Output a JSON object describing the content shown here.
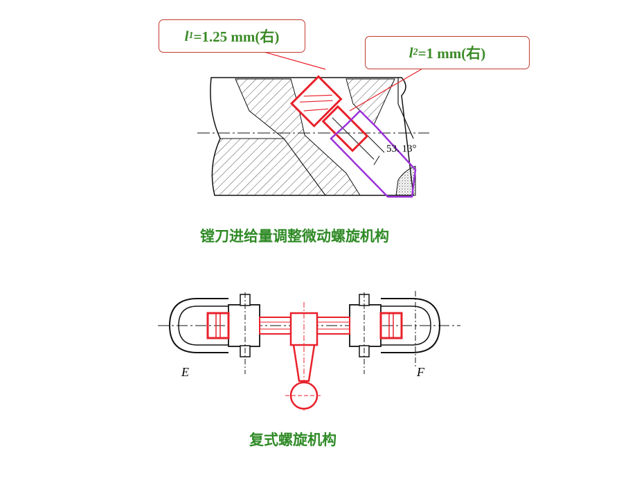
{
  "callouts": {
    "l1": {
      "var": "l",
      "sub": "1",
      "value": "=1.25 mm(右)"
    },
    "l2": {
      "var": "l",
      "sub": "2",
      "value": "=1 mm(右)"
    }
  },
  "angle_label": "53. 13°",
  "caption_top": "镗刀进给量调整微动螺旋机构",
  "caption_bottom": "复式螺旋机构",
  "label_e": "E",
  "label_f": "F",
  "colors": {
    "callout_border": "#c0392b",
    "text_green": "#2f8a26",
    "highlight_red": "#e8202a",
    "highlight_purple": "#9b30d9"
  }
}
